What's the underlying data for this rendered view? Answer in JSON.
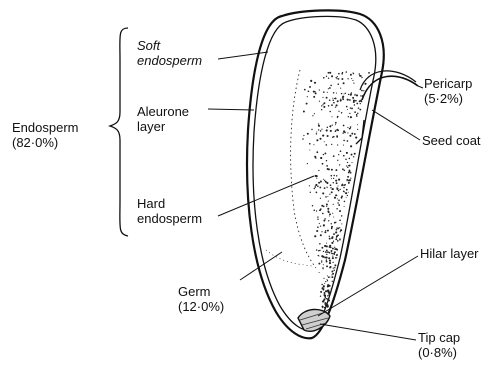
{
  "colors": {
    "ink": "#111111",
    "background": "#ffffff"
  },
  "labels": {
    "soft_endosperm": [
      "Soft",
      "endosperm"
    ],
    "aleurone_layer": [
      "Aleurone",
      "layer"
    ],
    "hard_endosperm": [
      "Hard",
      "endosperm"
    ],
    "endosperm": [
      "Endosperm",
      "(82·0%)"
    ],
    "pericarp": [
      "Pericarp",
      "(5·2%)"
    ],
    "seed_coat": "Seed coat",
    "hilar_layer": "Hilar layer",
    "germ": [
      "Germ",
      "(12·0%)"
    ],
    "tip_cap": [
      "Tip cap",
      "(0·8%)"
    ]
  }
}
